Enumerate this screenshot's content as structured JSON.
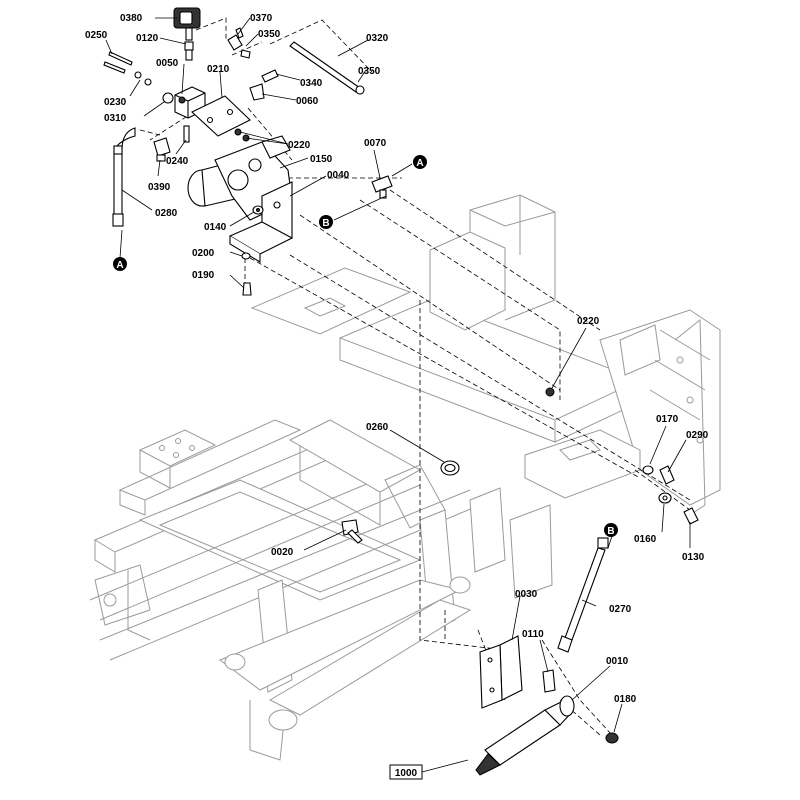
{
  "callouts": {
    "c0380": "0380",
    "c0370": "0370",
    "c0350a": "0350",
    "c0250": "0250",
    "c0120": "0120",
    "c0320": "0320",
    "c0050": "0050",
    "c0210": "0210",
    "c0350b": "0350",
    "c0230": "0230",
    "c0340": "0340",
    "c0060": "0060",
    "c0310": "0310",
    "c0220a": "0220",
    "c0240": "0240",
    "c0390": "0390",
    "c0150": "0150",
    "c0070": "0070",
    "c0040": "0040",
    "c0280": "0280",
    "c0140": "0140",
    "c0200": "0200",
    "c0190": "0190",
    "c0220b": "0220",
    "c0170": "0170",
    "c0290": "0290",
    "c0260": "0260",
    "c0160": "0160",
    "c0130": "0130",
    "c0020": "0020",
    "c0030": "0030",
    "c0270": "0270",
    "c0110": "0110",
    "c0010": "0010",
    "c0180": "0180"
  },
  "markers": {
    "a_top": "A",
    "a_left": "A",
    "b_mid": "B",
    "b_hose": "B"
  },
  "assembly_ref": "1000"
}
